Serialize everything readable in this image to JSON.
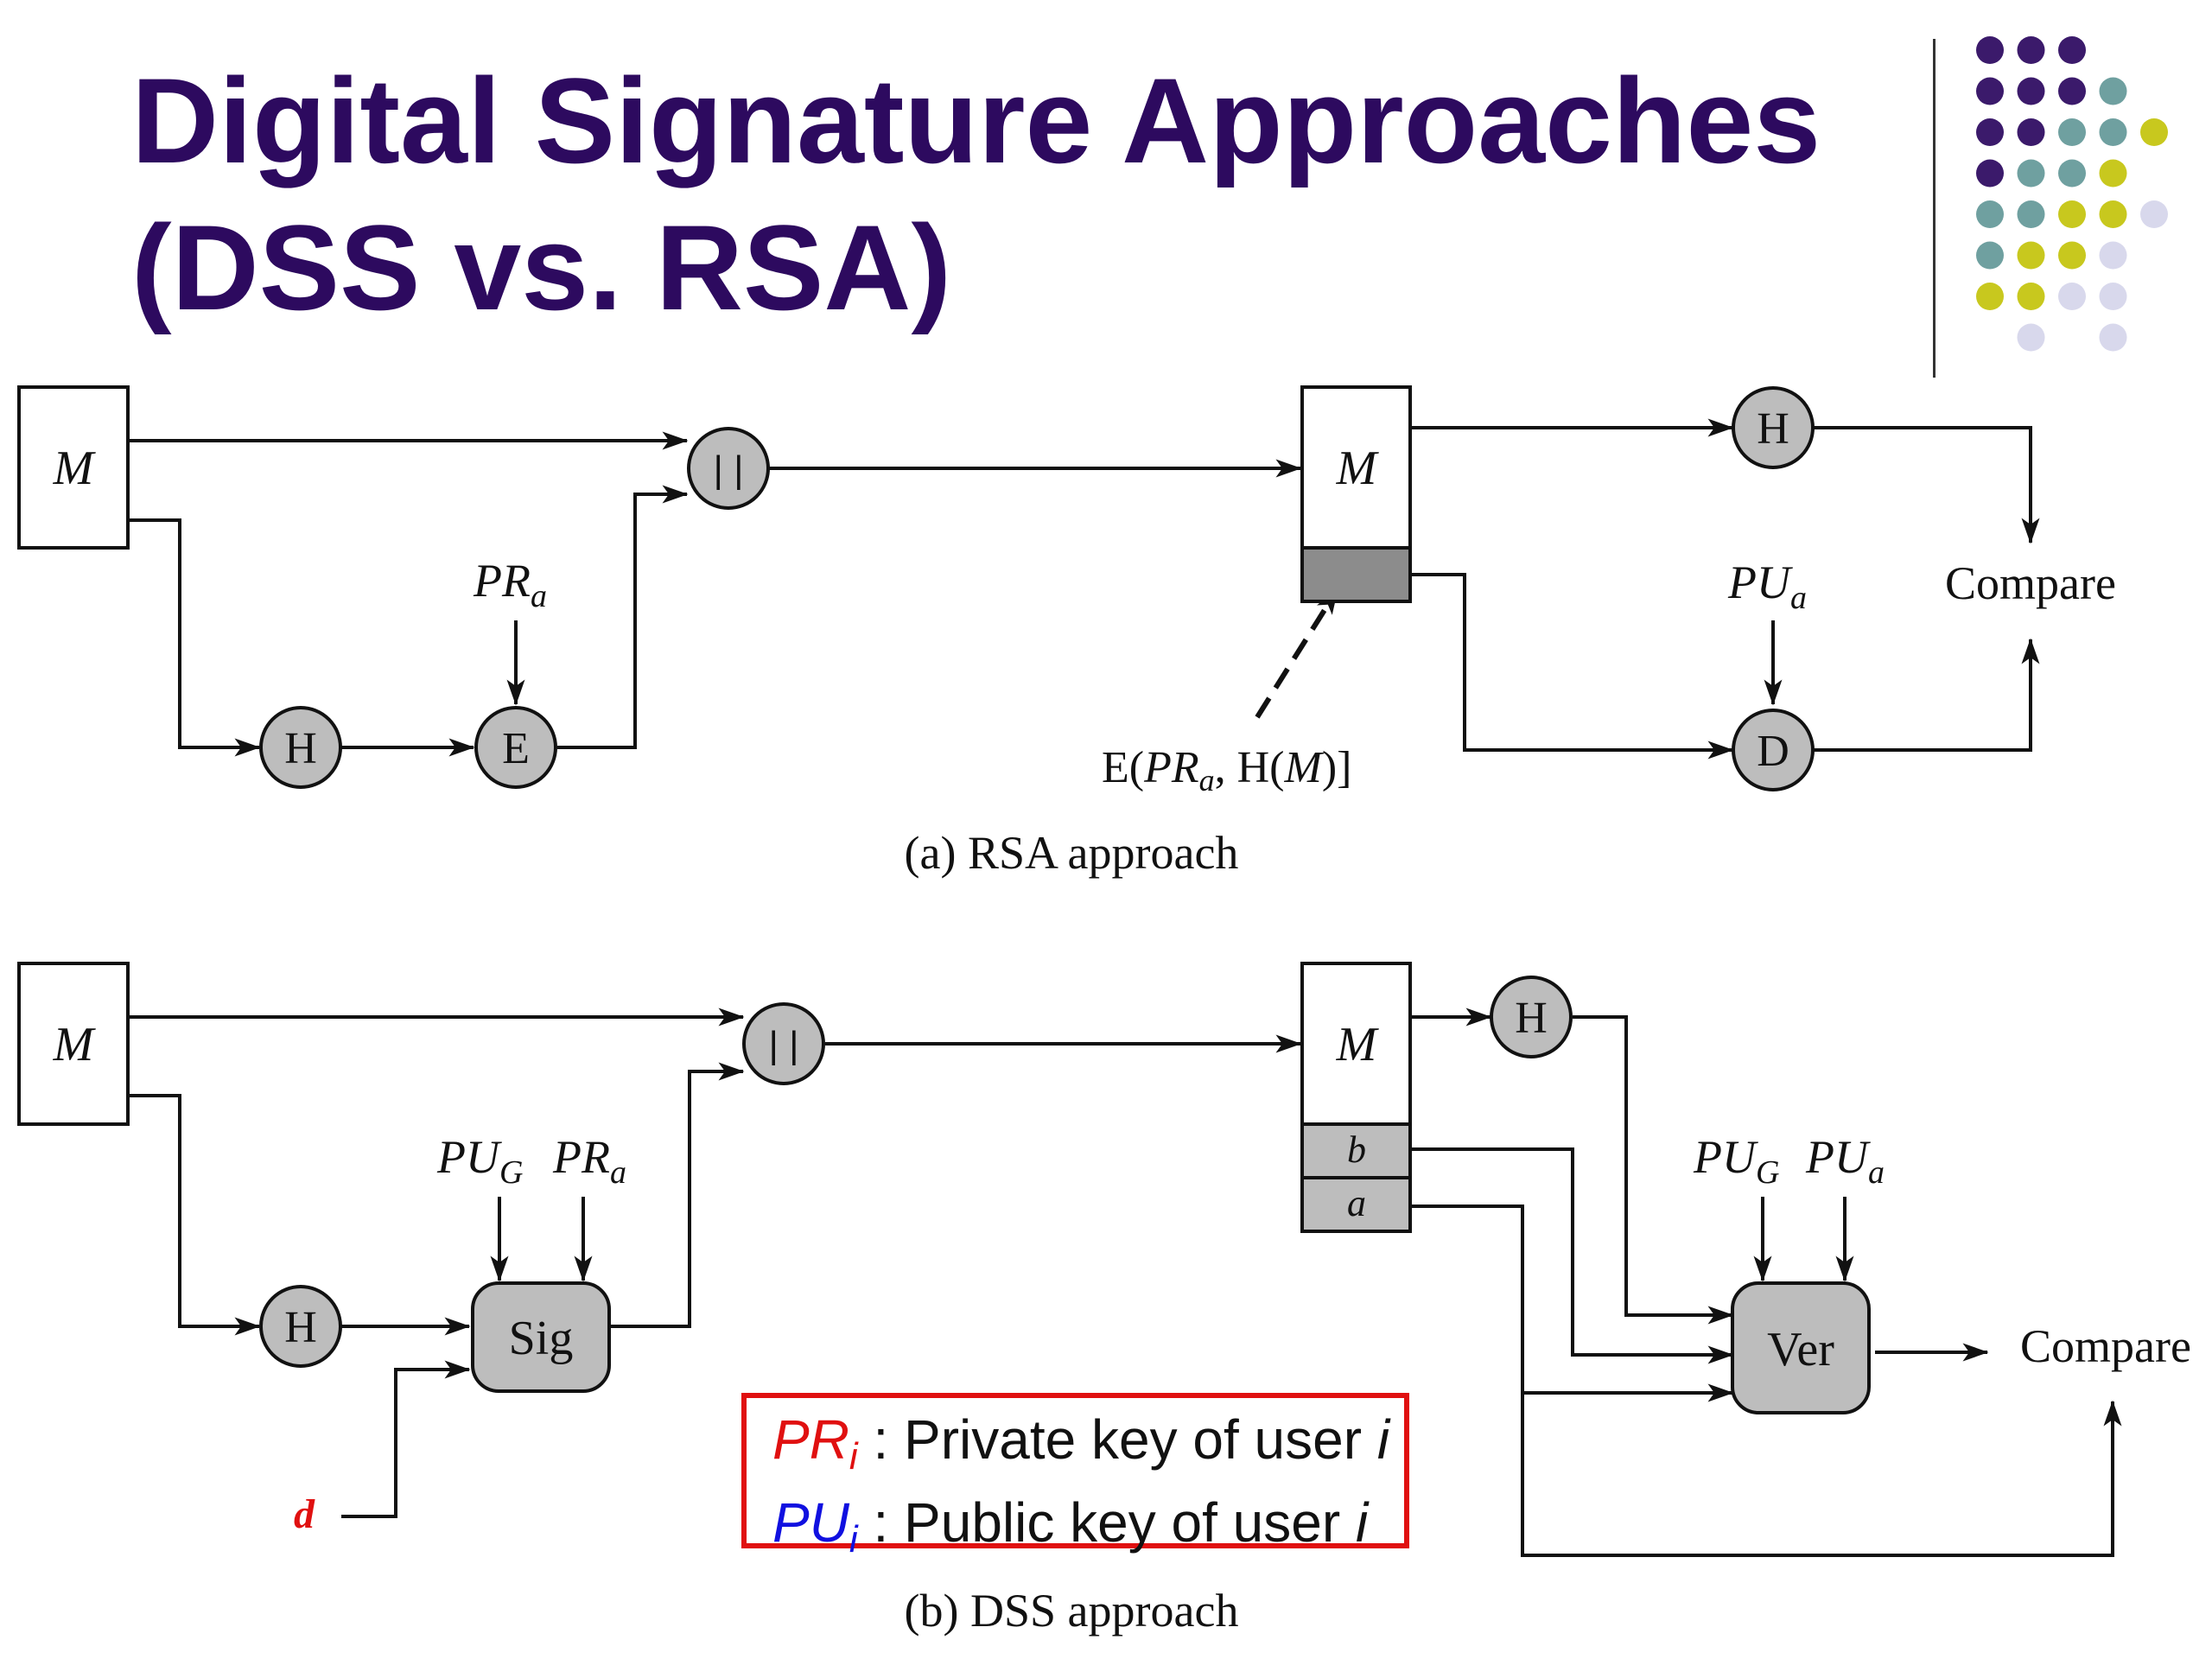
{
  "title": {
    "line1": "Digital Signature Approaches",
    "line2": "(DSS vs. RSA)"
  },
  "decoration": {
    "dot_colors": {
      "purple": "#3b1a6b",
      "teal": "#6fa0a0",
      "olive": "#c8c81e",
      "lavender": "#d8d8ec"
    }
  },
  "rsa": {
    "caption": "(a) RSA approach",
    "sender_message": "M",
    "hash": "H",
    "encrypt": "E",
    "key_base": "PR",
    "key_sub": "a",
    "concat": "| |",
    "receiver_message": "M",
    "receiver_hash": "H",
    "decrypt": "D",
    "pub_key_base": "PU",
    "pub_key_sub": "a",
    "compare": "Compare",
    "signature_note": {
      "part1": "E(",
      "pr": "PR",
      "sub": "a",
      "part2": ", H(",
      "m": "M",
      "part3": ")]"
    }
  },
  "dss": {
    "caption": "(b) DSS approach",
    "sender_message": "M",
    "hash": "H",
    "sign": "Sig",
    "global_key_base": "PU",
    "global_key_sub": "G",
    "key_base": "PR",
    "key_sub": "a",
    "random_input": "d",
    "concat": "| |",
    "receiver_message": "M",
    "sig_b": "b",
    "sig_a": "a",
    "receiver_hash": "H",
    "verify": "Ver",
    "rx_global_key_base": "PU",
    "rx_global_key_sub": "G",
    "pub_key_base": "PU",
    "pub_key_sub": "a",
    "compare": "Compare"
  },
  "legend": {
    "private": {
      "sym": "PR",
      "sub": "i",
      "sep": " : ",
      "desc": "Private key of user ",
      "user": "i"
    },
    "public": {
      "sym": "PU",
      "sub": "i",
      "sep": " : ",
      "desc": "Public key of user ",
      "user": "i"
    }
  }
}
